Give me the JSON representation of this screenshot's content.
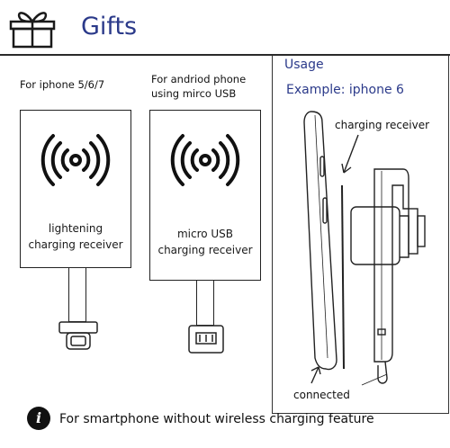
{
  "header": {
    "title": "Gifts"
  },
  "cards": [
    {
      "caption_lines": [
        "For iphone 5/6/7"
      ],
      "label_lines": [
        "lightening",
        "charging receiver"
      ]
    },
    {
      "caption_lines": [
        "For andriod phone",
        "using mirco USB"
      ],
      "label_lines": [
        "micro USB",
        "charging receiver"
      ]
    }
  ],
  "usage": {
    "title": "Usage",
    "example": "Example: iphone 6",
    "receiver_callout": "charging receiver",
    "connected_callout": "connected"
  },
  "footer": {
    "note": "For smartphone without wireless charging feature"
  }
}
